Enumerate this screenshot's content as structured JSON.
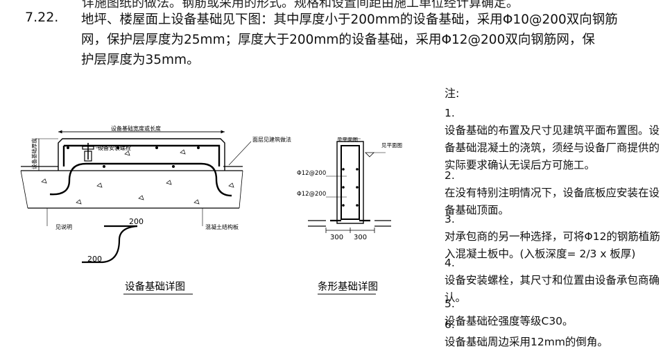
{
  "top_cut_text": "详施图纸的做法。钢筋或采用的形式。规格和设置间距由施工单位经计算确定。",
  "clause": {
    "number": "7.22.",
    "lines": [
      "地坪、楼屋面上设备基础见下图：其中厚度小于200mm的设备基础，采用Φ10@200双向钢筋",
      "网，保护层厚度为25mm；厚度大于200mm的设备基础，采用Φ12@200双向钢筋网，保",
      "护层厚度为35mm。"
    ]
  },
  "detail1": {
    "title": "设备基础详图",
    "label_width": "设备基础宽度或长度",
    "label_height": "设备基础厚度",
    "label_bolt": "设备安装螺栓",
    "label_surface": "面层见建筑做法",
    "label_cushion": "见说明",
    "label_slab": "混凝土结构板",
    "bar_dim_top": "200",
    "bar_dim_bottom": "200"
  },
  "detail2": {
    "title": "条形基础详图",
    "label_top_left": "见平面图",
    "label_top_right": "见平面图",
    "label_bar1": "Φ12@200",
    "label_bar2": "Φ12@200",
    "dim_left": "300",
    "dim_right": "300"
  },
  "notes": {
    "title": "注:",
    "items": [
      {
        "num": "1.",
        "lines": [
          "设备基础的布置及尺寸见建筑平面布置图。设",
          "备基础混凝土的浇筑，须经与设备厂商提供的",
          "实际要求确认无误后方可施工。"
        ]
      },
      {
        "num": "2.",
        "lines": [
          "在没有特别注明情况下，设备底板应安装在设",
          "备基础顶面。"
        ]
      },
      {
        "num": "3.",
        "lines": [
          "对承包商的另一种选择，可将Φ12的钢筋植筋",
          "入混凝土板中。(入板深度= 2/3 x 板厚)"
        ]
      },
      {
        "num": "4.",
        "lines": [
          "设备安装螺栓，其尺寸和位置由设备承包商确",
          "认。"
        ]
      },
      {
        "num": "5.",
        "lines": [
          "设备基础砼强度等级C30。"
        ]
      },
      {
        "num": "6.",
        "lines": [
          "设备基础周边采用12mm的倒角。"
        ]
      }
    ]
  }
}
